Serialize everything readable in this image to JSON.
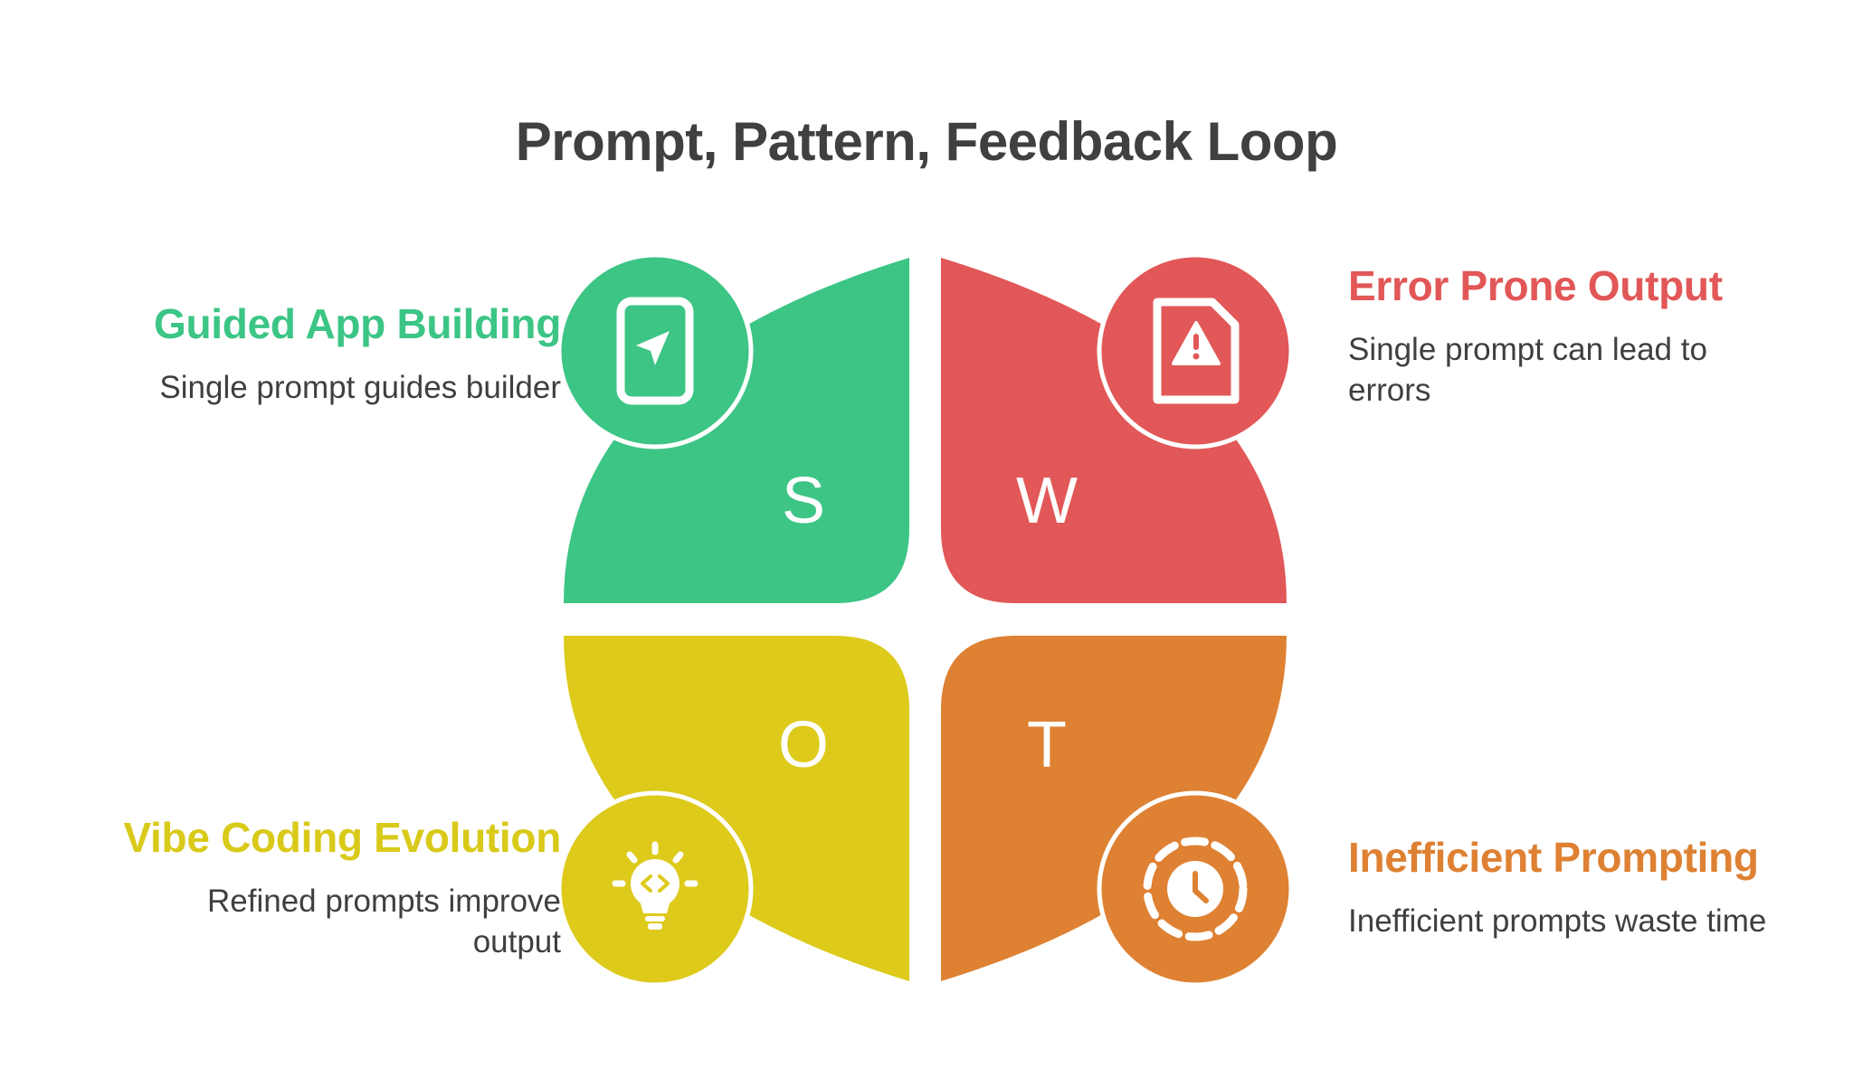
{
  "title": "Prompt, Pattern, Feedback Loop",
  "quadrants": [
    {
      "key": "strengths",
      "letter": "S",
      "heading": "Guided App Building",
      "description": "Single prompt guides builder",
      "color": "#3cc585",
      "icon": "mobile-navigation-icon"
    },
    {
      "key": "weaknesses",
      "letter": "W",
      "heading": "Error Prone Output",
      "description": "Single prompt can lead to errors",
      "color": "#e25757",
      "icon": "document-warning-icon"
    },
    {
      "key": "opportunities",
      "letter": "O",
      "heading": "Vibe Coding Evolution",
      "description": "Refined prompts improve output",
      "color": "#ddca1b",
      "icon": "lightbulb-code-icon"
    },
    {
      "key": "threats",
      "letter": "T",
      "heading": "Inefficient Prompting",
      "description": "Inefficient prompts waste time",
      "color": "#de8133",
      "icon": "clock-icon"
    }
  ]
}
